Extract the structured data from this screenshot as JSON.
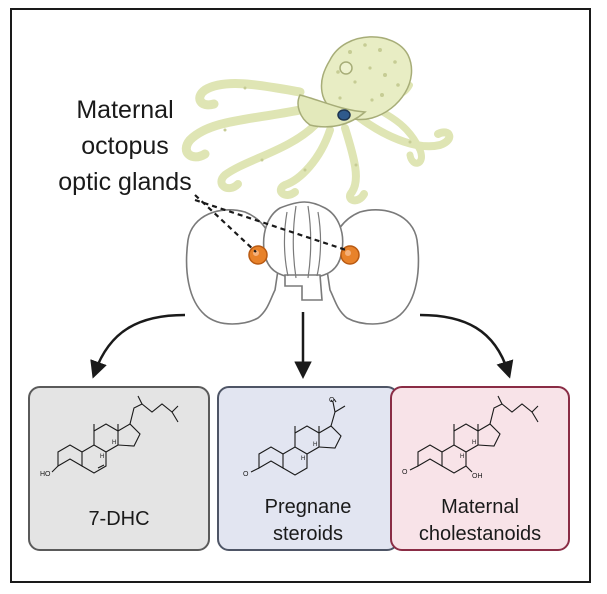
{
  "optic_label": {
    "line1": "Maternal",
    "line2": "octopus",
    "line3": "optic glands"
  },
  "panels": [
    {
      "id": "7dhc",
      "lines": [
        "7-DHC"
      ],
      "fill": "#e4e4e4",
      "border": "#5a5a5a"
    },
    {
      "id": "pregnane",
      "lines": [
        "Pregnane",
        "steroids"
      ],
      "fill": "#e2e5f1",
      "border": "#4e5566"
    },
    {
      "id": "cholestanoids",
      "lines": [
        "Maternal",
        "cholestanoids"
      ],
      "fill": "#f8e3e8",
      "border": "#8a2c45"
    }
  ],
  "molecule_labels": {
    "hydroxyl": "HO",
    "ketone": "O",
    "hydroxyl_7": "OH",
    "hydrogen": "H"
  },
  "colors": {
    "octopus_body": "#e8edc4",
    "octopus_outline": "#a7ad78",
    "optic_gland": "#e8822a",
    "brain_outline": "#7a7a7a",
    "arrow": "#1a1a1a"
  }
}
